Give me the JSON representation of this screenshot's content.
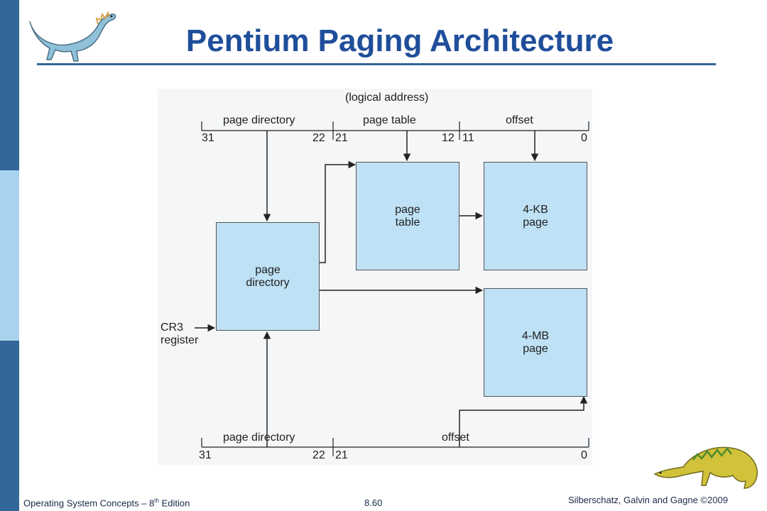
{
  "colors": {
    "sidebar_dark": "#336699",
    "sidebar_light": "#a9d2ee",
    "title": "#1f4e9a",
    "rule": "#336699",
    "box_fill": "#bfe1f5",
    "diagram_bg": "#f4f6f8",
    "line": "#222222"
  },
  "title": "Pentium Paging Architecture",
  "diagram": {
    "logical_address_label": "(logical address)",
    "top_fields": {
      "dir": "page directory",
      "table": "page table",
      "offset": "offset"
    },
    "top_bits": {
      "b31": "31",
      "b22": "22",
      "b21": "21",
      "b12": "12",
      "b11": "11",
      "b0": "0"
    },
    "boxes": {
      "page_table": "page\ntable",
      "page_4kb": "4-KB\npage",
      "page_directory": "page\ndirectory",
      "page_4mb": "4-MB\npage"
    },
    "cr3_line1": "CR3",
    "cr3_line2": "register",
    "bottom_fields": {
      "dir": "page directory",
      "offset": "offset"
    },
    "bottom_bits": {
      "b31": "31",
      "b22": "22",
      "b21": "21",
      "b0": "0"
    }
  },
  "footer": {
    "left_prefix": "Operating System Concepts – 8",
    "left_sup": "th",
    "left_suffix": " Edition",
    "center": "8.60",
    "right": "Silberschatz, Galvin and Gagne ©2009"
  },
  "icons": {
    "top_left": "dinosaur-icon",
    "bottom_right": "dinosaur-icon"
  }
}
